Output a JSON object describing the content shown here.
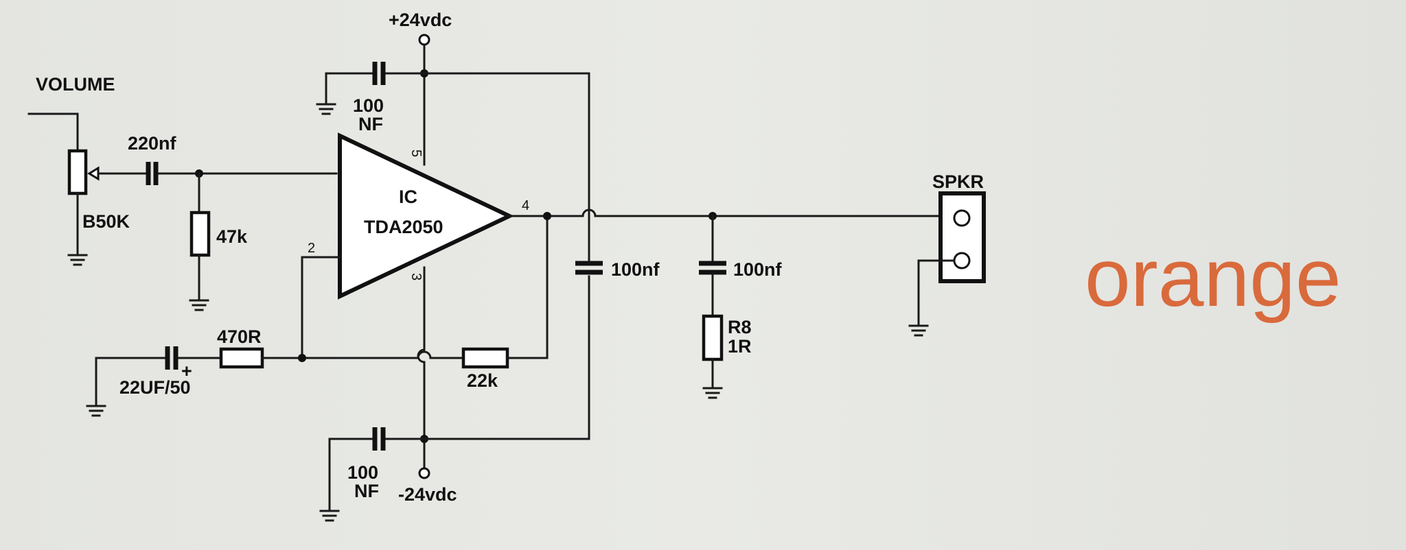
{
  "supply": {
    "positive": "+24vdc",
    "negative": "-24vdc"
  },
  "input": {
    "volume_label": "VOLUME",
    "pot_value": "B50K",
    "coupling_cap": "220nf",
    "input_resistor": "47k"
  },
  "ic": {
    "line1": "IC",
    "line2": "TDA2050",
    "pins": {
      "p1": "",
      "p2": "2",
      "p3": "3",
      "p4": "4",
      "p5": "5"
    }
  },
  "feedback": {
    "cap": "22UF/50",
    "cap_polarity": "+",
    "resistor_ground": "470R",
    "resistor_feedback": "22k"
  },
  "decoupling": {
    "top": {
      "value": "100",
      "unit": "NF"
    },
    "bottom": {
      "value": "100",
      "unit": "NF"
    },
    "rail": "100nf"
  },
  "zobel": {
    "cap": "100nf",
    "resistor_name": "R8",
    "resistor_value": "1R"
  },
  "output": {
    "speaker_label": "SPKR"
  },
  "brand": {
    "text": "orange",
    "color": "#d96a3c"
  }
}
